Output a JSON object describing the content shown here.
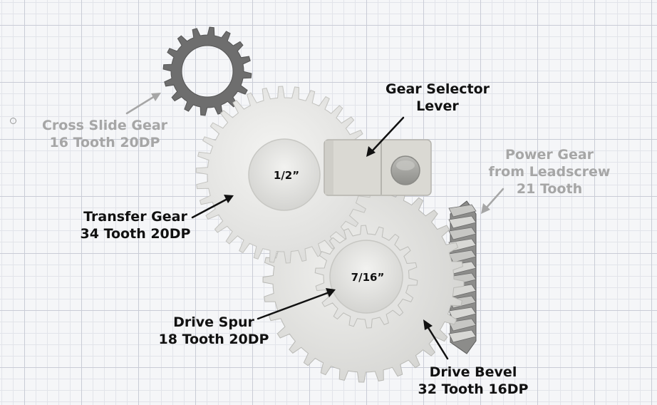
{
  "labels": {
    "cross_slide": {
      "line1": "Cross Slide Gear",
      "line2": "16 Tooth 20DP",
      "color": "#a6a6a6"
    },
    "gear_selector": {
      "line1": "Gear Selector",
      "line2": "Lever",
      "color": "#111111"
    },
    "power_gear": {
      "line1": "Power Gear",
      "line2": "from Leadscrew",
      "line3": "21 Tooth",
      "color": "#a6a6a6"
    },
    "transfer_gear": {
      "line1": "Transfer Gear",
      "line2": "34 Tooth 20DP",
      "color": "#111111"
    },
    "drive_spur": {
      "line1": "Drive Spur",
      "line2": "18 Tooth 20DP",
      "color": "#111111"
    },
    "drive_bevel": {
      "line1": "Drive Bevel",
      "line2": "32 Tooth 16DP",
      "color": "#111111"
    }
  },
  "bores": {
    "transfer": "1/2”",
    "drive_spur": "7/16”"
  },
  "colors": {
    "gear_light": "#ececeb",
    "gear_mid": "#d6d6d4",
    "gear_dark": "#6c6c6c",
    "lever": "#d9d8d2",
    "outline": "#b5b5b2"
  }
}
